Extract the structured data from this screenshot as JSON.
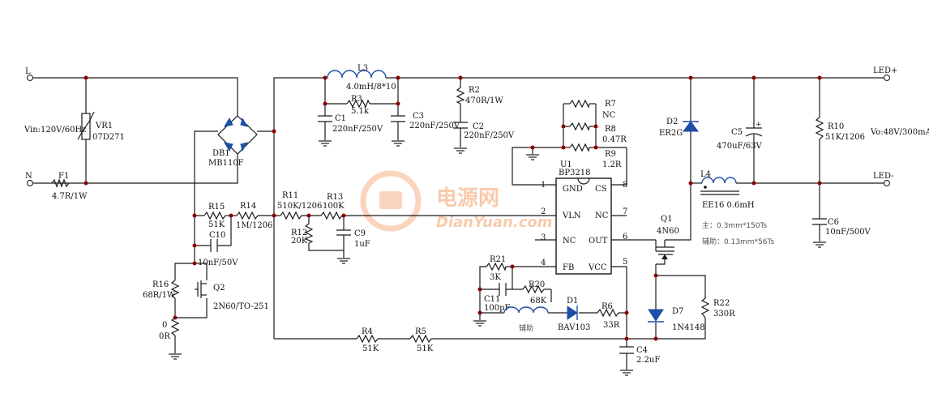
{
  "nets": {
    "L": "L",
    "N": "N",
    "led_plus": "LED+",
    "led_minus": "LED-",
    "vin": "Vin:120V/60Hz",
    "vo": "Vo:48V/300mA"
  },
  "components": {
    "VR1": {
      "ref": "VR1",
      "value": "07D271"
    },
    "F1": {
      "ref": "F1",
      "value": "4.7R/1W"
    },
    "DB1": {
      "ref": "DB1",
      "value": "MB110F"
    },
    "L3": {
      "ref": "L3",
      "value": "4.0mH/8*10"
    },
    "R3": {
      "ref": "R3",
      "value": "5.1k"
    },
    "C1": {
      "ref": "C1",
      "value": "220nF/250V"
    },
    "C3": {
      "ref": "C3",
      "value": "220nF/250V"
    },
    "R2": {
      "ref": "R2",
      "value": "470R/1W"
    },
    "C2": {
      "ref": "C2",
      "value": "220nF/250V"
    },
    "R7": {
      "ref": "R7",
      "value": "NC"
    },
    "R8": {
      "ref": "R8",
      "value": "0.47R"
    },
    "R9": {
      "ref": "R9",
      "value": "1.2R"
    },
    "U1": {
      "ref": "U1",
      "value": "BP3218"
    },
    "D2": {
      "ref": "D2",
      "value": "ER2G"
    },
    "C5": {
      "ref": "C5",
      "value": "470uF/63V"
    },
    "R10": {
      "ref": "R10",
      "value": "51K/1206"
    },
    "L4": {
      "ref": "L4",
      "value": "EE16 0.6mH"
    },
    "C6": {
      "ref": "C6",
      "value": "10nF/500V"
    },
    "Q1": {
      "ref": "Q1",
      "value": "4N60"
    },
    "R11": {
      "ref": "R11",
      "value": "510K/1206"
    },
    "R13": {
      "ref": "R13",
      "value": "100K"
    },
    "R12": {
      "ref": "R12",
      "value": "20K"
    },
    "C9": {
      "ref": "C9",
      "value": "1uF"
    },
    "R15": {
      "ref": "R15",
      "value": "51K"
    },
    "R14": {
      "ref": "R14",
      "value": "1M/1206"
    },
    "C10": {
      "ref": "C10",
      "value": "10nF/50V"
    },
    "R16": {
      "ref": "R16",
      "value": "68R/1W"
    },
    "R0": {
      "ref": "0",
      "value": "0R"
    },
    "Q2": {
      "ref": "Q2",
      "value": "2N60/TO-251"
    },
    "R21": {
      "ref": "R21",
      "value": "3K"
    },
    "C11": {
      "ref": "C11",
      "value": "100pF"
    },
    "R20": {
      "ref": "R20",
      "value": "68K"
    },
    "D1": {
      "ref": "D1",
      "value": "BAV103"
    },
    "R6": {
      "ref": "R6",
      "value": "33R"
    },
    "R4": {
      "ref": "R4",
      "value": "51K"
    },
    "R5": {
      "ref": "R5",
      "value": "51K"
    },
    "C4": {
      "ref": "C4",
      "value": "2.2uF"
    },
    "D7": {
      "ref": "D7",
      "value": "1N4148"
    },
    "R22": {
      "ref": "R22",
      "value": "330R"
    }
  },
  "ic_pins": {
    "p1": {
      "num": "1",
      "name": "GND"
    },
    "p2": {
      "num": "2",
      "name": "VLN"
    },
    "p3": {
      "num": "3",
      "name": "NC"
    },
    "p4": {
      "num": "4",
      "name": "FB"
    },
    "p5": {
      "num": "5",
      "name": "VCC"
    },
    "p6": {
      "num": "6",
      "name": "OUT"
    },
    "p7": {
      "num": "7",
      "name": "NC"
    },
    "p8": {
      "num": "8",
      "name": "CS"
    }
  },
  "winding_notes": {
    "main": "主：0.3mm*150Ts",
    "aux": "辅助：0.13mm*56Ts",
    "aux_label": "辅助"
  },
  "watermark": {
    "cn": "电源网",
    "en": "DianYuan.com"
  },
  "colors": {
    "wire": "#1a1a1a",
    "junction": "#8b0000",
    "semiconductor": "#1e4fa8",
    "watermark": "#f3a06a"
  }
}
